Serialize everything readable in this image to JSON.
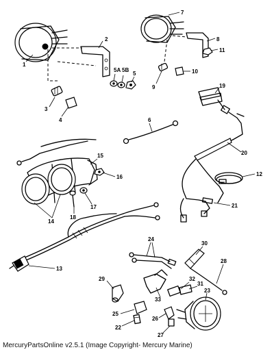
{
  "diagram": {
    "callouts": [
      "1",
      "2",
      "3",
      "4",
      "5A",
      "5B",
      "5",
      "6",
      "7",
      "8",
      "9",
      "10",
      "11",
      "12",
      "13",
      "14",
      "15",
      "16",
      "17",
      "18",
      "19",
      "20",
      "21",
      "22",
      "23",
      "24",
      "25",
      "26",
      "27",
      "28",
      "29",
      "30",
      "31",
      "32",
      "33"
    ]
  },
  "footer": {
    "copyright": "MercuryPartsOnline v2.5.1 (Image Copyright- Mercury Marine)"
  }
}
